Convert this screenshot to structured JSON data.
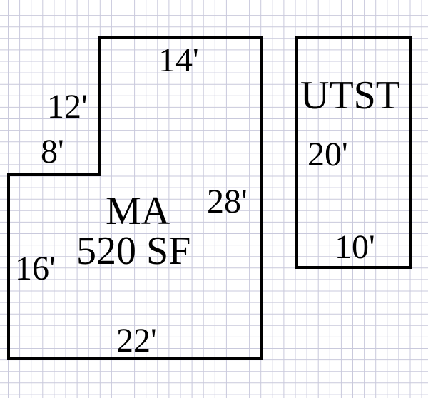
{
  "drawing": {
    "background": "#ffffff",
    "grid_color": "#c9c9dc",
    "wall_color": "#000000",
    "rooms": [
      {
        "id": "ma",
        "name": "MA",
        "area_label": "520 SF",
        "dimensions": {
          "top": "14'",
          "upper_left": "12'",
          "step": "8'",
          "right": "28'",
          "lower_left": "16'",
          "bottom": "22'"
        }
      },
      {
        "id": "utst",
        "name": "UTST",
        "dimensions": {
          "height": "20'",
          "width": "10'"
        }
      }
    ]
  }
}
